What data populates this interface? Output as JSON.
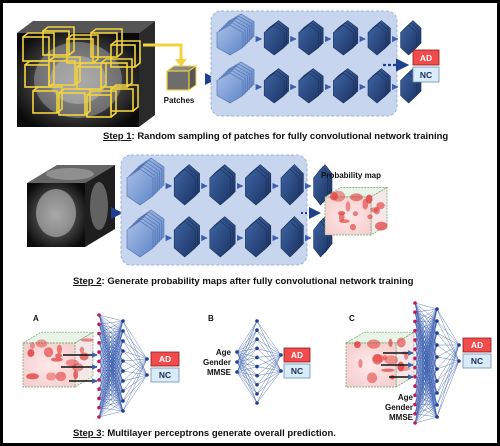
{
  "step1": {
    "patches_label": "Patches",
    "caption_prefix": "Step 1",
    "caption_text": ": Random sampling of patches for fully convolutional network training",
    "output_ad": "AD",
    "output_nc": "NC"
  },
  "step2": {
    "prob_map_label": "Probability map",
    "caption_prefix": "Step 2",
    "caption_text": ":  Generate probability maps after fully convolutional network training"
  },
  "step3": {
    "panel_a": "A",
    "panel_b": "B",
    "panel_c": "C",
    "inputs_b": [
      "Age",
      "Gender",
      "MMSE"
    ],
    "inputs_c": [
      "Age",
      "Gender",
      "MMSE"
    ],
    "output_ad": "AD",
    "output_nc": "NC",
    "caption_prefix": "Step 3",
    "caption_text": ": Multilayer perceptrons generate overall prediction."
  },
  "colors": {
    "ad_fill": "#f24b4b",
    "nc_fill": "#d9ecf8",
    "network_bg": "#c7d6ee",
    "layer_dark": "#2d4f85",
    "layer_light": "#7fa1d6",
    "arrow": "#1f3f8f"
  }
}
